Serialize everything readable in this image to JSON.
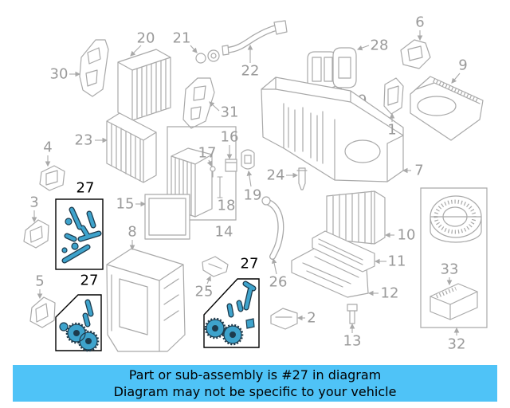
{
  "callouts": {
    "p1": "1",
    "p2": "2",
    "p3": "3",
    "p4": "4",
    "p5": "5",
    "p6": "6",
    "p7": "7",
    "p8": "8",
    "p9": "9",
    "p10": "10",
    "p11": "11",
    "p12": "12",
    "p13": "13",
    "p14": "14",
    "p15": "15",
    "p16": "16",
    "p17": "17",
    "p18": "18",
    "p19": "19",
    "p20": "20",
    "p21": "21",
    "p22": "22",
    "p23": "23",
    "p24": "24",
    "p25": "25",
    "p26": "26",
    "p28": "28",
    "p29": "29",
    "p30": "30",
    "p31": "31",
    "p32": "32",
    "p33": "33"
  },
  "highlighted": {
    "group_a": "27",
    "group_b": "27",
    "group_c": "27"
  },
  "caption": {
    "line1": "Part or sub-assembly is #27 in diagram",
    "line2": "Diagram may not be specific to your vehicle"
  },
  "colors": {
    "caption_bg": "#4fc3f7",
    "highlight_fill": "#3ea3cc",
    "line_art": "#a9a9a9",
    "callout_text": "#9a9a9a",
    "highlight_text": "#000000"
  }
}
